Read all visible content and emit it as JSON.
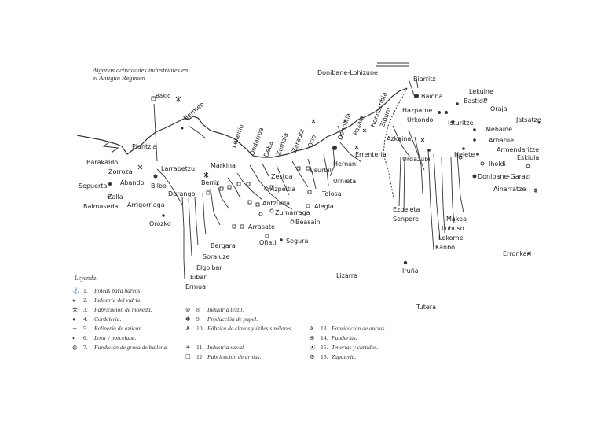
{
  "title": [
    "Algunas actividades industriales en",
    "el Antiguo Régimen"
  ],
  "places": {
    "bakio": "Bakio",
    "plantzia": "Plantzia",
    "bermeo": "Bermeo",
    "lekeitio": "Lekeitio",
    "ondarroa": "Ondarroa",
    "deba": "Deba",
    "zumaia": "Zumaia",
    "zarautz": "Zarautz",
    "orio": "Orio",
    "donostia": "Donostia",
    "pasaia": "Pasaia",
    "hondarribia": "Hondarribia",
    "ziburu": "Ziburu",
    "donibane_lohizune": "Donibane-Lohizune",
    "biarritz": "Biarritz",
    "baiona": "Baiona",
    "lekuine": "Lekuine",
    "bastida": "Bastida",
    "oraja": "Oraja",
    "jatsatze": "Jatsatze",
    "barakaldo": "Barakaldo",
    "zorroza": "Zorroza",
    "larrabetzu": "Larrabetzu",
    "markina": "Markina",
    "sopuerta": "Sopuerta",
    "abando": "Abando",
    "bilbo": "Bilbo",
    "zalla": "Zalla",
    "balmaseda": "Balmaseda",
    "durango": "Durango",
    "berriz": "Berriz",
    "zestoa": "Zestoa",
    "azpeitia": "Azpeitia",
    "usurbil": "Usurbil",
    "hernani": "Hernani",
    "urnieta": "Urnieta",
    "errenteria": "Errenteria",
    "azkaina": "Azkaina",
    "hazparne": "Hazparne",
    "urkondoi": "Urkondoi",
    "isturitze": "Isturitze",
    "mehaine": "Mehaine",
    "arbarue": "Arbarue",
    "armendaritze": "Armendaritze",
    "eskiula": "Eskiula",
    "urdazubi": "Urdazubi",
    "helete": "Helete",
    "iholdi": "Iholdi",
    "donibane_garazi": "Donibane-Garazi",
    "ainarratze": "Ainarratze",
    "arrigorriaga": "Arrigorriaga",
    "orozko": "Orozko",
    "antzuola": "Antzuola",
    "zumarraga": "Zumarraga",
    "tolosa": "Tolosa",
    "alegia": "Alegia",
    "arrasate": "Arrasate",
    "bergara": "Bergara",
    "oinati": "Oñati",
    "beasain": "Beasain",
    "segura": "Segura",
    "soraluze": "Soraluze",
    "elgoibar": "Elgoibar",
    "eibar": "Eibar",
    "ermua": "Ermua",
    "ezpeleta": "Ezpeleta",
    "senpere": "Senpere",
    "makea": "Makea",
    "luhuso": "Luhuso",
    "lekorne": "Lekorne",
    "kanbo": "Kanbo",
    "lizarra": "Lizarra",
    "iruna": "Iruña",
    "tutera": "Tutera",
    "erronkari": "Erronkari"
  },
  "legend": {
    "title": "Leyenda:",
    "items": [
      {
        "n": "1.",
        "label": "Poleas para barcos.",
        "symbol": "anchor-pulley"
      },
      {
        "n": "2.",
        "label": "Industria del vidrio.",
        "symbol": "glass"
      },
      {
        "n": "3.",
        "label": "Fabricación de moneda.",
        "symbol": "coin"
      },
      {
        "n": "4.",
        "label": "Cordelería.",
        "symbol": "rope"
      },
      {
        "n": "5.",
        "label": "Refinería de azúcar.",
        "symbol": "sugar"
      },
      {
        "n": "6.",
        "label": "Loza y porcelana.",
        "symbol": "porcelain"
      },
      {
        "n": "7.",
        "label": "Fundición de grasa de ballena.",
        "symbol": "whale"
      },
      {
        "n": "8.",
        "label": "Industria textil.",
        "symbol": "ring-dot"
      },
      {
        "n": "9.",
        "label": "Producción de papel.",
        "symbol": "asterisk"
      },
      {
        "n": "10.",
        "label": "Fábrica de clavos y útiles similares.",
        "symbol": "crossed-x"
      },
      {
        "n": "11.",
        "label": "Industria naval.",
        "symbol": "star"
      },
      {
        "n": "12.",
        "label": "Fabricación de armas.",
        "symbol": "open-square"
      },
      {
        "n": "13.",
        "label": "Fabricación de anclas.",
        "symbol": "anchor"
      },
      {
        "n": "14.",
        "label": "Fanderías.",
        "symbol": "circle-cross"
      },
      {
        "n": "15.",
        "label": "Tenerías y curtidos.",
        "symbol": "dot-ring"
      },
      {
        "n": "16.",
        "label": "Zapatería.",
        "symbol": "gear-circle"
      }
    ]
  }
}
